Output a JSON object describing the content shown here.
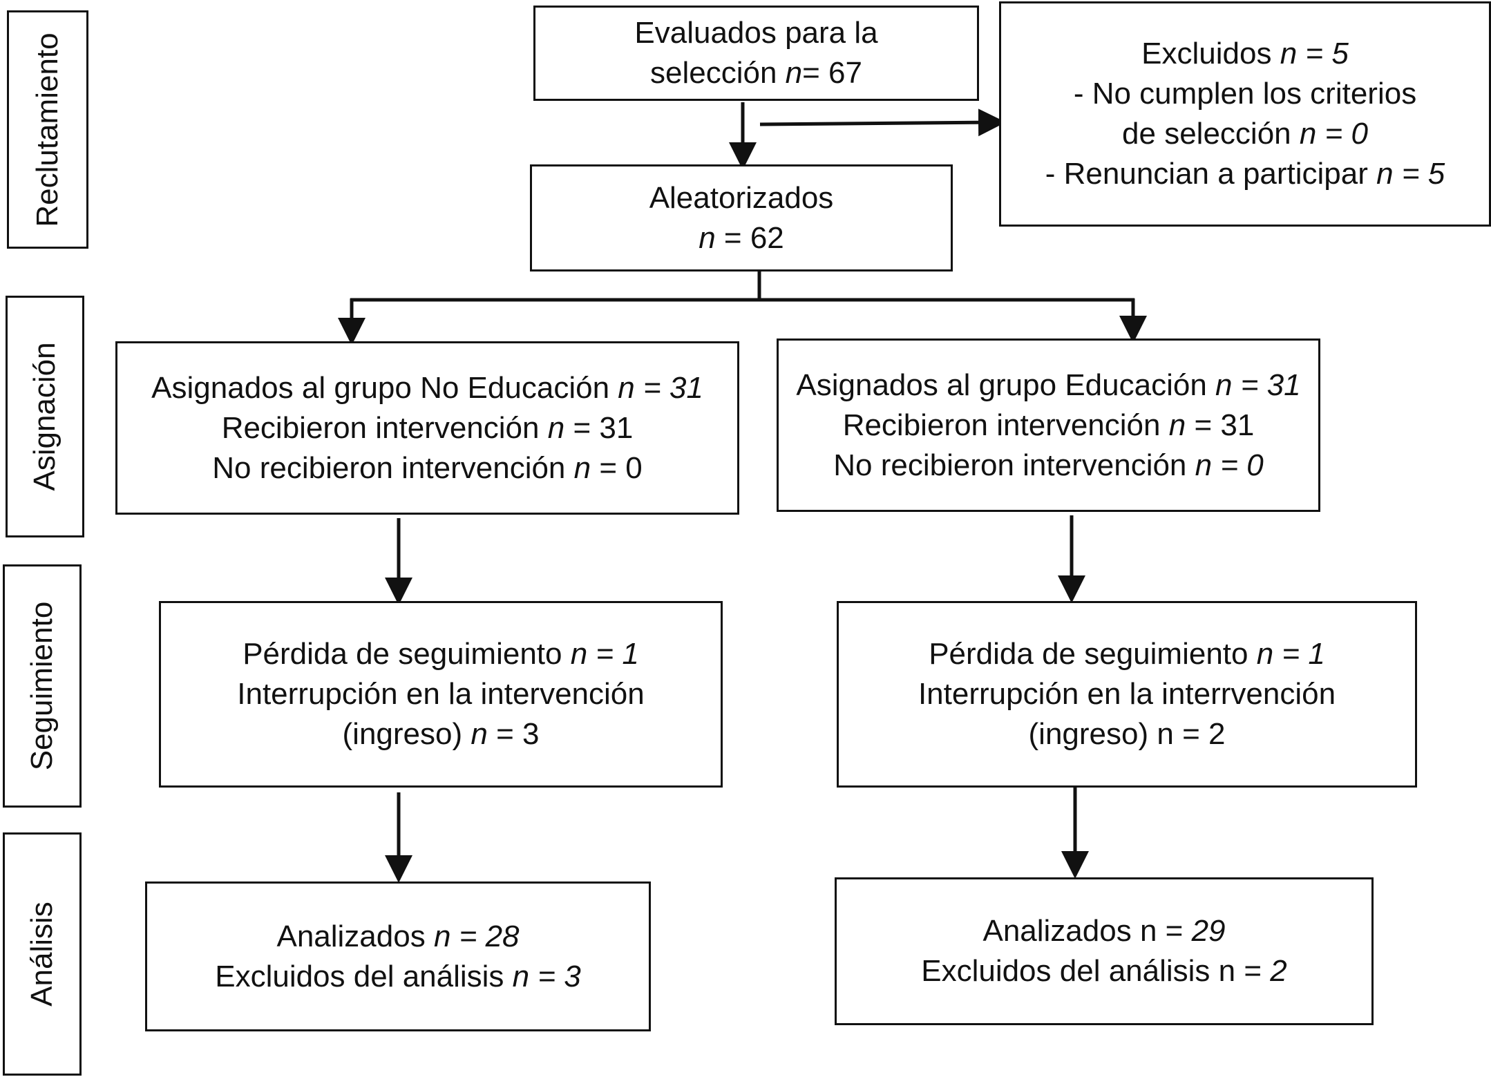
{
  "stages": {
    "recruitment": "Reclutamiento",
    "allocation": "Asignación",
    "follow_up": "Seguimiento",
    "analysis": "Análisis"
  },
  "assessed": {
    "line1": "Evaluados para la",
    "line2_pre": "selección ",
    "line2_n": "n",
    "line2_post": "= 67"
  },
  "excluded": {
    "title_pre": "Excluidos ",
    "title_val": "n = 5",
    "criteria_line1": "- No cumplen los criterios",
    "criteria_line2_pre": "de selección ",
    "criteria_line2_val": "n = 0",
    "declined_pre": "- Renuncian a participar ",
    "declined_val": "n = 5"
  },
  "randomized": {
    "line1": "Aleatorizados",
    "n": "n",
    "value": " = 62"
  },
  "left": {
    "allocated_pre": "Asignados al grupo No Educación ",
    "allocated_val": "n = 31",
    "received_pre": "Recibieron intervención ",
    "received_n": "n",
    "received_val": " = 31",
    "not_received_pre": "No recibieron intervención ",
    "not_received_n": "n",
    "not_received_val": " = 0",
    "lost_pre": "Pérdida de seguimiento ",
    "lost_val": "n = 1",
    "interrupt_line1": "Interrupción en la intervención",
    "interrupt_pre": "(ingreso) ",
    "interrupt_n": "n",
    "interrupt_val": " = 3",
    "analyzed_pre": "Analizados ",
    "analyzed_val": "n = 28",
    "excluded_pre": "Excluidos del análisis ",
    "excluded_val": "n = 3"
  },
  "right": {
    "allocated_pre": "Asignados al grupo Educación ",
    "allocated_val": "n = 31",
    "received_pre": "Recibieron intervención ",
    "received_n": "n",
    "received_val": " = 31",
    "not_received_pre": "No recibieron intervención ",
    "not_received_val": "n = 0",
    "lost_pre": "Pérdida de seguimiento ",
    "lost_val": "n = 1",
    "interrupt_line1": "Interrupción en la interrvención",
    "interrupt_line2": "(ingreso) n = 2",
    "analyzed_pre": "Analizados n = ",
    "analyzed_val": "29",
    "excluded_pre": "Excluidos del análisis n = ",
    "excluded_val": "2"
  }
}
